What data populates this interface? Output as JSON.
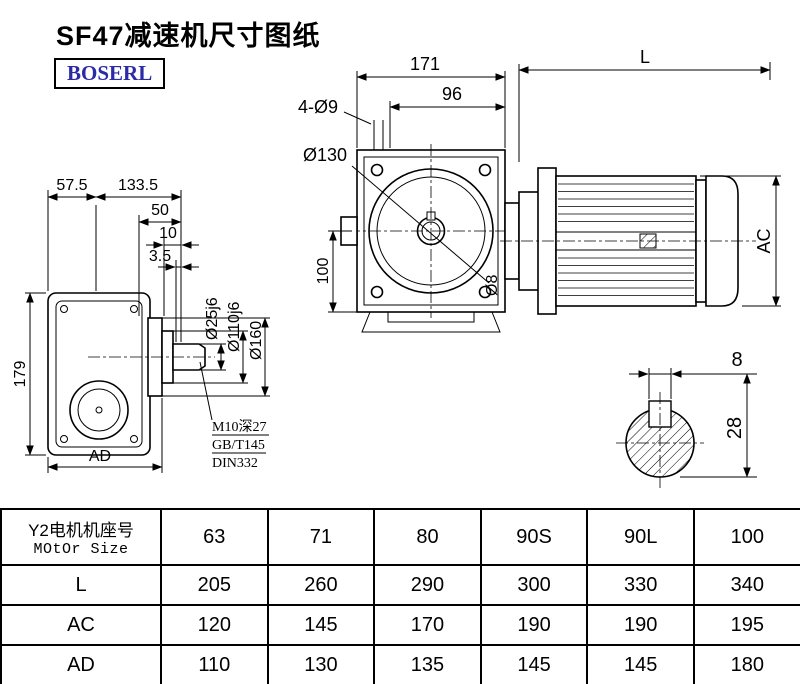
{
  "page": {
    "title": "SF47减速机尺寸图纸",
    "brand": "BOSERL"
  },
  "drawing": {
    "front_view": {
      "dim_width": "171",
      "dim_bolt_span": "96",
      "holes_label": "4-Ø9",
      "flange_dia": "Ø130",
      "dim_height": "100",
      "shaft_hole": "Ø8"
    },
    "motor_view": {
      "dim_length": "L",
      "dim_height": "AC"
    },
    "side_view": {
      "dim_a": "57.5",
      "dim_b": "133.5",
      "dim_c": "50",
      "dim_d": "10",
      "dim_e": "3.5",
      "dim_height": "179",
      "dim_depth": "AD",
      "shaft_dia": "Ø25j6",
      "spigot_dia": "Ø110j6",
      "flange_dia": "Ø160",
      "note_tap": "M10深27",
      "note_std1": "GB/T145",
      "note_std2": "DIN332"
    },
    "shaft_section": {
      "key_width": "8",
      "key_height": "28"
    }
  },
  "table": {
    "header_cn": "Y2电机机座号",
    "header_en": "MOtOr Size",
    "sizes": [
      "63",
      "71",
      "80",
      "90S",
      "90L",
      "100"
    ],
    "rows": [
      {
        "label": "L",
        "values": [
          "205",
          "260",
          "290",
          "300",
          "330",
          "340"
        ]
      },
      {
        "label": "AC",
        "values": [
          "120",
          "145",
          "170",
          "190",
          "190",
          "195"
        ]
      },
      {
        "label": "AD",
        "values": [
          "110",
          "130",
          "135",
          "145",
          "145",
          "180"
        ]
      }
    ]
  }
}
